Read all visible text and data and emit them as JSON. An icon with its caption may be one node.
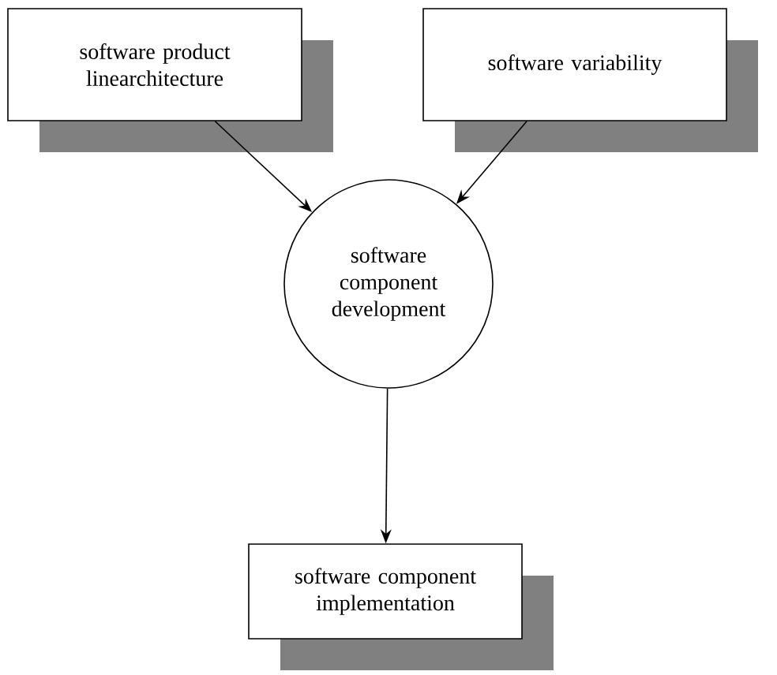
{
  "diagram": {
    "nodes": [
      {
        "text": [
          "software product linearchitecture"
        ]
      },
      {
        "text": [
          "software variability"
        ]
      },
      {
        "text": [
          "software component development"
        ]
      },
      {
        "text": [
          "software component implementation"
        ]
      }
    ],
    "edges": [
      {
        "from": 0,
        "to": 2,
        "arrow": "to"
      },
      {
        "from": 1,
        "to": 2,
        "arrow": "to"
      },
      {
        "from": 2,
        "to": 3,
        "arrow": "to"
      }
    ]
  }
}
